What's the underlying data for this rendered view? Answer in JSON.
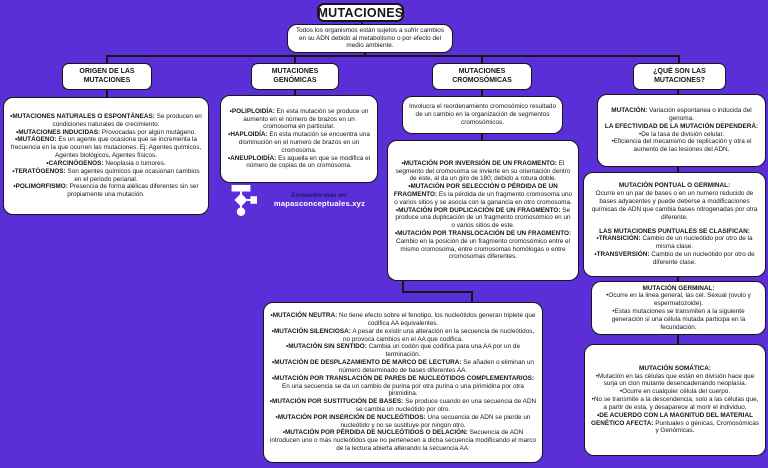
{
  "colors": {
    "background": "#5a2fd7",
    "box_background": "#ffffff",
    "box_border": "#161616",
    "text": "#161616",
    "logo_tagline_color": "#241563",
    "logo_site_color": "#ffffff"
  },
  "title": "MUTACIONES",
  "intro": "Todos los organismos están sujetos a sufrir cambios en su ADN debido al metabolismo o por efecto del medio ambiente.",
  "logo": {
    "tagline": "Encuentre más en:",
    "site": "mapasconceptuales.xyz"
  },
  "branches": {
    "origen": {
      "header": "ORIGEN DE LAS MUTACIONES",
      "items": [
        {
          "b": "•MUTACIONES NATURALES O ESPONTÁNEAS:",
          "t": " Se producen en condiciones naturales de crecimiento."
        },
        {
          "b": "•MUTACIONES INDUCIDAS:",
          "t": " Provocadas por algún mutágeno."
        },
        {
          "b": "•MUTÁGENO:",
          "t": " Es un agente que ocasiona que se incrementa la frecuencia en la que ocurren las mutaciones. Ej: Agentes químicos, Agentes biológicos, Agentes físicos."
        },
        {
          "b": "•CARCINÓGENOS:",
          "t": " Neoplasia o tumores."
        },
        {
          "b": "•TERATÓGENOS:",
          "t": " Son agentes químicos que ocasionan cambios en el periodo perianal."
        },
        {
          "b": "•POLIMORFISMO:",
          "t": " Presencia de forma alélicas diferentes sin ser propiamente una mutación."
        }
      ]
    },
    "genomicas": {
      "header": "MUTACIONES GENÓMICAS",
      "items": [
        {
          "b": "•POLIPLOIDÍA:",
          "t": " En esta mutación se produce un aumento en el número de brazos en un cromosoma en particular."
        },
        {
          "b": "•HAPLOIDÍA:",
          "t": " En esta mutación se encuentra una disminución en el numero de brazos en un cromosoma."
        },
        {
          "b": "•ANEUPLOIDÍA:",
          "t": " Es aquella en que se modifica el número de copias de un cromosoma."
        }
      ]
    },
    "cromosomicas": {
      "header": "MUTACIONES CROMOSÓMICAS",
      "summary": "Involucra el reordenamiento cromosómico resultado de un cambio en la organización de segmentos cromosómicos.",
      "items": [
        {
          "b": "•MUTACIÓN POR INVERSIÓN DE UN FRAGMENTO:",
          "t": " El segmento del cromosoma se invierte en su orientación dentro de este, al da un giro de 180; debido a rotura doble."
        },
        {
          "b": "•MUTACIÓN POR SELECCIÓN O PÉRDIDA DE UN FRAGMENTO:",
          "t": " Es la pérdida de un fragmento cromosoma uno o varios sitios y se asocia con la ganancia en otro cromosoma."
        },
        {
          "b": "•MUTACIÓN POR DUPLICACIÓN DE UN FRAGMENTO:",
          "t": " Se produce una duplicación de un fragmento cromosómico en un o varios sitios de este."
        },
        {
          "b": "•MUTACIÓN POR TRANSLOCACIÓN DE UN FRAGMENTO:",
          "t": " Cambio en la posición de un fragmento cromosómico entre el mismo cromosoma, entre cromosomas homólogas o entre cromosomas diferentes."
        }
      ]
    },
    "que_son": {
      "header": "¿QUÉ SON LAS MUTACIONES?",
      "box1": [
        {
          "b": "MUTACIÓN:",
          "t": " Variación espontanea o inducida del genoma."
        },
        {
          "b": "LA EFECTIVIDAD DE LA MUTACIÓN DEPENDERÁ:",
          "t": ""
        },
        {
          "t": "•De la tasa de división celular."
        },
        {
          "t": "•Eficiencia del mecanismo de replicación y otra el aumento de las lesiones del ADN."
        }
      ],
      "box2": [
        {
          "b": "MUTACIÓN PONTUAL O GERMINAL:",
          "t": ""
        },
        {
          "t": "Ocurre en un par de bases o en un numero reducido de bases adyacentes y puede deberse a modificaciones químicas de ADN que cambia bases nitrogenadas por otra diferente."
        },
        {
          "gap": true
        },
        {
          "b": "LAS MUTACIONES PUNTUALES SE CLASIFICAN:",
          "t": ""
        },
        {
          "b": "•TRANSICIÓN:",
          "t": " Cambio de un nucleótido por otro de la misma clase."
        },
        {
          "b": "•TRANSVERSIÓN:",
          "t": " Cambio de un nucleótido por otro de diferente clase."
        }
      ],
      "box3": [
        {
          "b": "MUTACIÓN GERMINAL:",
          "t": ""
        },
        {
          "t": "•Ocurre en la linea general, las cel. Sexual (ovulo y espermatozoide)."
        },
        {
          "t": "•Estas mutaciones se transmiten a la siguiente generación si una célula mutada participa en la fecundación."
        }
      ],
      "box4": [
        {
          "b": "MUTACIÓN SOMÁTICA:",
          "t": ""
        },
        {
          "t": "•Mutación en las células que están en división hace que surja un clon mutante desencadenando neoplasia."
        },
        {
          "t": "•Ocurre en cualquier célula del cuerpo."
        },
        {
          "t": "•No se transmite a la descendencia, solo a las células que, a partir de esta, y desaparece al morir el individuo."
        },
        {
          "b": "•DE ACUERDO CON LA MAGNITUD DEL MATERIAL GENÉTICO AFECTA:",
          "t": " Puntuales o génicas, Cromosómicas y Genómicas."
        }
      ]
    }
  },
  "tipos": {
    "items": [
      {
        "b": "•MUTACIÓN NEUTRA:",
        "t": " No tiene efecto sobre el fenotipo, los nucleótidos generan triplete que codifica AA equivalentes."
      },
      {
        "b": "•MUTACIÓN SILENCIOSA:",
        "t": " A pesar de existir una alteración en la secuencia de nucleótidos, no provoca cambios en el AA que codifica."
      },
      {
        "b": "•MUTACIÓN SIN SENTIDO:",
        "t": " Cambia un codón que codifica para una AA por un de terminación."
      },
      {
        "b": "•MUTACIÓN DE DESPLAZAMIENTO DE MARCO DE LECTURA:",
        "t": " Se añaden o eliminan un número determinado de bases diferentes AA."
      },
      {
        "b": "•MUTACIÓN POR TRANSLACIÓN DE PARES DE NUCLEÓTIDOS COMPLEMENTARIOS:",
        "t": " En una secuencia se da un cambio de purina por otra purina o una pirimidina por otra pirimidina."
      },
      {
        "b": "•MUTACIÓN POR SUSTITUCIÓN DE BASES:",
        "t": " Se produce cuando en una secuencia de ADN se cambia un nucleótido por otro."
      },
      {
        "b": "•MUTACIÓN POR INSERCIÓN DE NUCLEÓTIDOS:",
        "t": " Una secuencia de ADN se pierde un nucleótido y no se sustituye por ningún otro."
      },
      {
        "b": "•MUTACIÓN POR PÉRDIDA DE NUCLEÓTIDOS O DELACIÓN:",
        "t": " Secuencia de ADN introducen uno o más nucleótidos que no pertenecen a dicha secuencia modificando el marco de la lectura abierta alterando la secuencia AA."
      }
    ]
  }
}
